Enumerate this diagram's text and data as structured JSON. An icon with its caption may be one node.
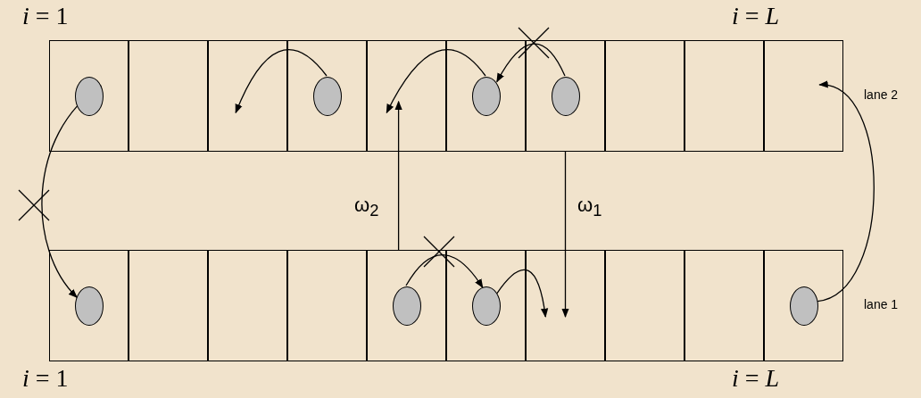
{
  "diagram": {
    "nodes": [
      {
        "text": [],
        "shape": "box"
      },
      {
        "text": [],
        "shape": "circle",
        "in": 0
      },
      {
        "text": [],
        "shape": "box"
      },
      {
        "text": [],
        "shape": "box"
      },
      {
        "text": [],
        "shape": "box"
      },
      {
        "text": [],
        "shape": "circle",
        "in": 4
      },
      {
        "text": [],
        "shape": "box"
      },
      {
        "text": [],
        "shape": "box"
      },
      {
        "text": [],
        "shape": "circle",
        "in": 7
      },
      {
        "text": [],
        "shape": "box"
      },
      {
        "text": [],
        "shape": "circle",
        "in": 9
      },
      {
        "text": [],
        "shape": "box"
      },
      {
        "text": [],
        "shape": "box"
      },
      {
        "text": [],
        "shape": "box"
      },
      {
        "text": [],
        "shape": "box"
      },
      {
        "text": [],
        "shape": "circle",
        "in": 14
      },
      {
        "text": [],
        "shape": "box"
      },
      {
        "text": [],
        "shape": "box"
      },
      {
        "text": [],
        "shape": "box"
      },
      {
        "text": [],
        "shape": "box"
      },
      {
        "text": [],
        "shape": "circle",
        "in": 19
      },
      {
        "text": [],
        "shape": "box"
      },
      {
        "text": [],
        "shape": "circle",
        "in": 21
      },
      {
        "text": [],
        "shape": "box"
      },
      {
        "text": [],
        "shape": "box"
      },
      {
        "text": [],
        "shape": "box"
      },
      {
        "text": [],
        "shape": "box"
      },
      {
        "text": [],
        "shape": "circle",
        "in": 26
      }
    ],
    "edges": [
      {
        "from": 5,
        "to": 3,
        "arrow": "to"
      },
      {
        "from": 8,
        "to": 6,
        "arrow": "to"
      },
      {
        "from": 10,
        "to": 8,
        "arrow": "to"
      },
      {
        "from": 1,
        "to": 15,
        "arrow": "to"
      },
      {
        "from": 27,
        "to": 13,
        "arrow": "to"
      },
      {
        "from": 19,
        "to": 6,
        "arrow": "to",
        "label": "ω$_{2}$"
      },
      {
        "from": 9,
        "to": 23,
        "arrow": "to",
        "label": "ω$_{1}$"
      },
      {
        "from": 20,
        "to": 22,
        "arrow": "to"
      },
      {
        "from": 22,
        "to": 23,
        "arrow": "to"
      }
    ],
    "labels": [
      "*i* = 1",
      "*i* = *L*",
      "lane 2",
      "lane 1",
      "*i* = 1",
      "*i* = *L*"
    ]
  }
}
